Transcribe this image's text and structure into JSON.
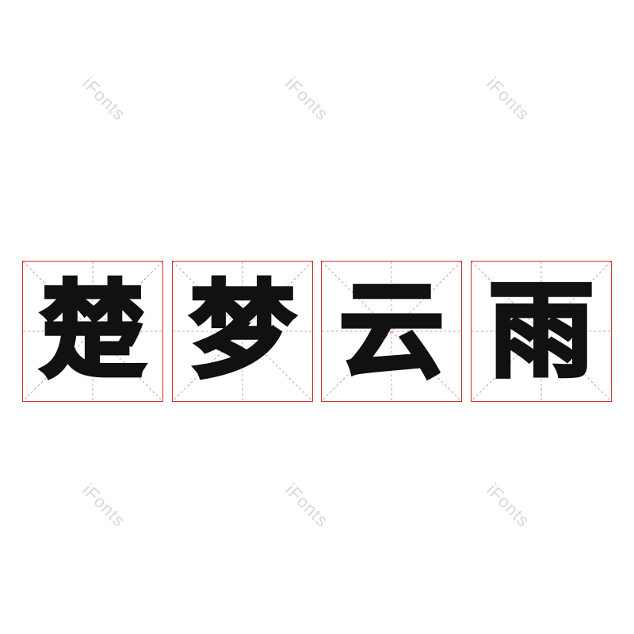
{
  "watermark_text": "iFonts",
  "characters": [
    "楚",
    "梦",
    "云",
    "雨"
  ],
  "colors": {
    "grid_border": "#c8322d",
    "grid_guides": "#e07a72",
    "glyph": "#111111",
    "watermark": "#d9d9d9",
    "background": "#ffffff"
  }
}
